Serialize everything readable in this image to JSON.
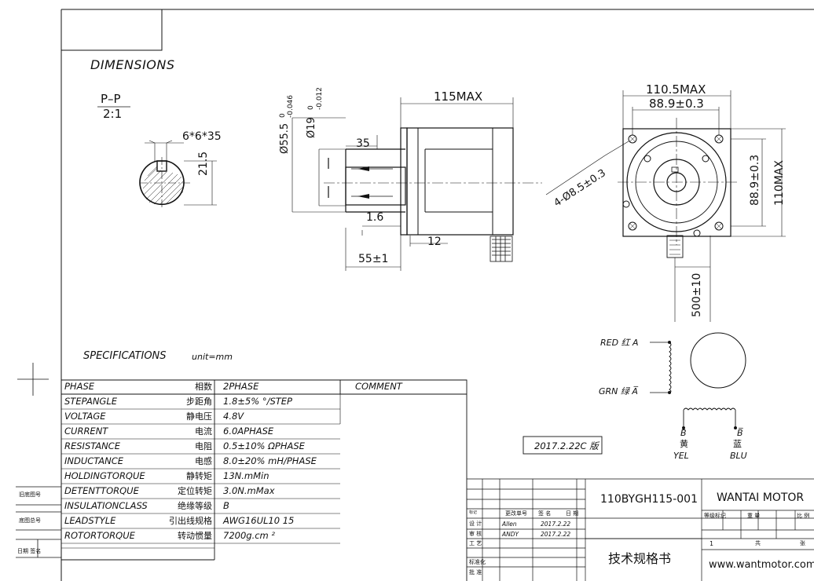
{
  "title": "DIMENSIONS",
  "section": {
    "label": "P–P",
    "scale": "2:1"
  },
  "dims": {
    "key": "6*6*35",
    "shaft_height": "21.5",
    "body_dia": "Ø55.5",
    "body_dia_tol_top": "0",
    "body_dia_tol_bot": "-0.046",
    "shaft_dia": "Ø19",
    "shaft_dia_tol_top": "0",
    "shaft_dia_tol_bot": "-0.012",
    "key_len": "35",
    "total_len": "115MAX",
    "flange": "1.6",
    "boss": "12",
    "shaft_len": "55±1",
    "flange_w": "110.5MAX",
    "hole_pitch": "88.9±0.3",
    "holes": "4-Ø8.5±0.3",
    "hole_pitch_v": "88.9±0.3",
    "flange_h": "110MAX",
    "lead_len": "500±10"
  },
  "specs": {
    "title": "SPECIFICATIONS",
    "unit": "unit=mm",
    "comment_header": "COMMENT",
    "rows": [
      {
        "en": "PHASE",
        "cn": "相数",
        "val": "2PHASE"
      },
      {
        "en": "STEPANGLE",
        "cn": "步距角",
        "val": "1.8±5% °/STEP"
      },
      {
        "en": "VOLTAGE",
        "cn": "静电压",
        "val": "4.8V"
      },
      {
        "en": "CURRENT",
        "cn": "电流",
        "val": "6.0APHASE"
      },
      {
        "en": "RESISTANCE",
        "cn": "电阻",
        "val": "0.5±10%  ΩPHASE"
      },
      {
        "en": "INDUCTANCE",
        "cn": "电感",
        "val": "8.0±20% mH/PHASE"
      },
      {
        "en": "HOLDINGTORQUE",
        "cn": "静转矩",
        "val": "13N.mMin"
      },
      {
        "en": "DETENTTORQUE",
        "cn": "定位转矩",
        "val": "3.0N.mMax"
      },
      {
        "en": "INSULATIONCLASS",
        "cn": "绝缘等级",
        "val": "B"
      },
      {
        "en": "LEADSTYLE",
        "cn": "引出线规格",
        "val": "AWG16UL10 15"
      },
      {
        "en": "ROTORTORQUE",
        "cn": "转动惯量",
        "val": "7200g.cm ²"
      }
    ]
  },
  "wiring": {
    "red": "RED 红 A",
    "grn": "GRN 绿 A̅",
    "b": "B",
    "b_cn": "黄",
    "yel": "YEL",
    "bbar": "B̅",
    "bbar_cn": "蓝",
    "blu": "BLU"
  },
  "version": "2017.2.22C 版",
  "title_block": {
    "model": "110BYGH115-001",
    "company": "WANTAI MOTOR",
    "doc_title": "技术规格书",
    "website": "www.wantmotor.com",
    "mark": "标记",
    "change_no": "更改单号",
    "sign": "签  名",
    "date": "日 期",
    "design": "设   计",
    "design_name": "Allen",
    "design_date": "2017.2.22",
    "review": "审   核",
    "review_name": "ANDY",
    "review_date": "2017.2.22",
    "process": "工   艺",
    "standard": "标准化",
    "approve": "批   准",
    "grade": "等级标记",
    "weight": "重  量",
    "ratio": "比  例",
    "sheet_no": "1",
    "total": "共",
    "sheets": "张"
  },
  "margin": {
    "old_drawing": "旧底图号",
    "base_total": "底图总号",
    "date_sign": "日期  签名"
  }
}
